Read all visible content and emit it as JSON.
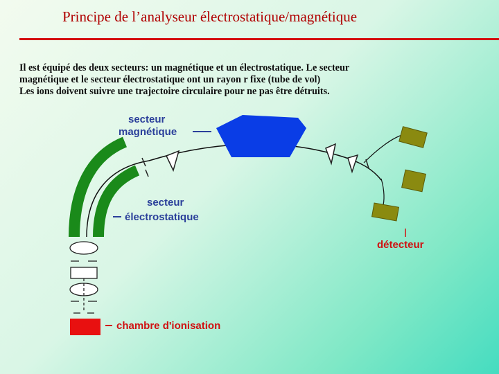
{
  "title": "Principe de l’analyseur électrostatique/magnétique",
  "paragraph": [
    "Il est équipé des deux secteurs: un magnétique et un électrostatique. Le secteur",
    "magnétique et le secteur électrostatique ont un rayon r fixe (tube de vol)",
    "Les ions doivent suivre une trajectoire circulaire pour ne pas être détruits."
  ],
  "labels": {
    "magnetic_line1": "secteur",
    "magnetic_line2": "magnétique",
    "electrostatic_line1": "secteur",
    "electrostatic_line2": "électrostatique",
    "detector": "détecteur",
    "ionization": "chambre d'ionisation"
  },
  "colors": {
    "title": "#b00000",
    "rule": "#d41010",
    "label_blue": "#2a3f9a",
    "label_red": "#d01010",
    "magnet": "#0a3de6",
    "electrostatic": "#1a8a1a",
    "detector": "#8a8a10",
    "ion_chamber": "#e81010"
  }
}
